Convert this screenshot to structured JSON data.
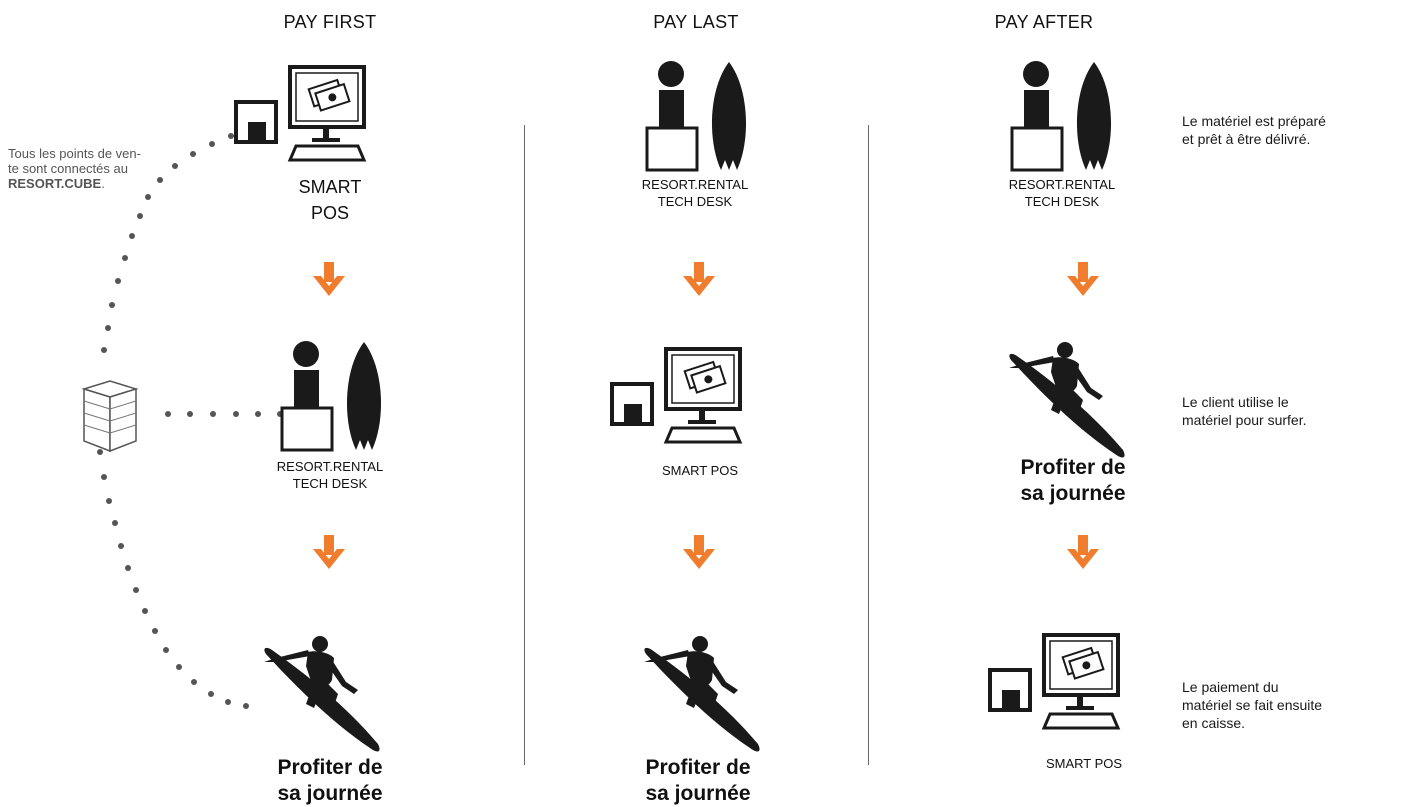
{
  "columns": {
    "first": {
      "header": "PAY FIRST",
      "pos_line1": "SMART",
      "pos_line2": "POS",
      "desk_line1": "RESORT.RENTAL",
      "desk_line2": "TECH DESK",
      "enjoy_line1": "Profiter de",
      "enjoy_line2": "sa journée"
    },
    "last": {
      "header": "PAY LAST",
      "desk_line1": "RESORT.RENTAL",
      "desk_line2": "TECH DESK",
      "pos_label": "SMART POS",
      "enjoy_line1": "Profiter de",
      "enjoy_line2": "sa journée"
    },
    "after": {
      "header": "PAY AFTER",
      "desk_line1": "RESORT.RENTAL",
      "desk_line2": "TECH DESK",
      "enjoy_line1": "Profiter de",
      "enjoy_line2": "sa journée",
      "pos_label": "SMART POS"
    }
  },
  "notes": {
    "prepared_line1": "Le matériel est préparé",
    "prepared_line2": "et prêt à être délivré.",
    "surf_line1": "Le client utilise le",
    "surf_line2": "matériel pour surfer.",
    "pay_line1": "Le paiement du",
    "pay_line2": "matériel se fait ensuite",
    "pay_line3": "en caisse."
  },
  "connected": {
    "line1": "Tous les points de ven-",
    "line2": "te sont connectés au",
    "bold": "RESORT.CUBE",
    "tail": "."
  },
  "colors": {
    "arrow": "#f07c2e",
    "icon": "#1a1a1a",
    "dots": "#555555"
  },
  "icons": [
    "pos-terminal-icon",
    "tech-desk-icon",
    "surfboard-icon",
    "surfer-icon",
    "server-cube-icon",
    "arrow-down-icon"
  ]
}
